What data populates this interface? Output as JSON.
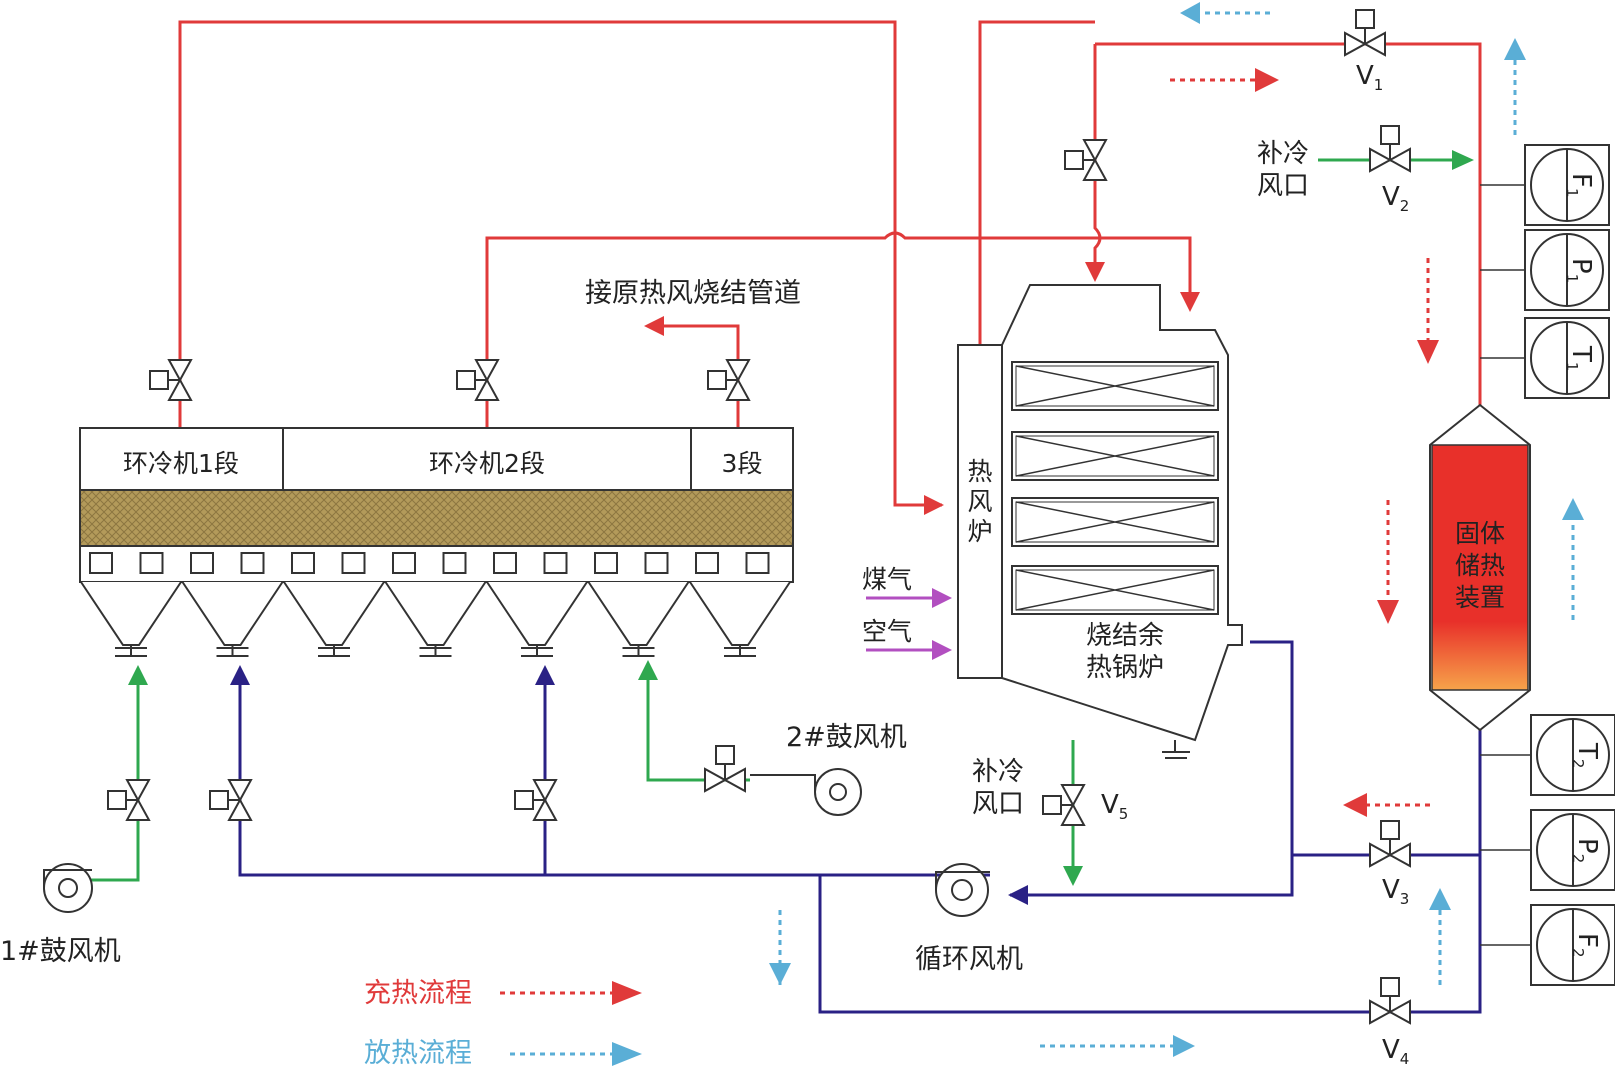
{
  "colors": {
    "charge": "#e03a3a",
    "discharge": "#2a2185",
    "cold_air": "#2fa84f",
    "gas": "#b24fc0",
    "legend_blue": "#5aaed6",
    "legend_red_text": "#e03a3a",
    "legend_blue_text": "#5aaed6",
    "storage_top": "#e8302a",
    "storage_bottom": "#f58a3a",
    "bed": "#b39a5a"
  },
  "labels": {
    "cooler_seg1": "环冷机1段",
    "cooler_seg2": "环冷机2段",
    "cooler_seg3": "3段",
    "fan1": "1#鼓风机",
    "fan2": "2#鼓风机",
    "original_pipe": "接原热风烧结管道",
    "hot_stove": [
      "热",
      "风",
      "炉"
    ],
    "gas": "煤气",
    "air": "空气",
    "boiler": [
      "烧结余",
      "热锅炉"
    ],
    "cold_inlet_top": [
      "补冷",
      "风口"
    ],
    "cold_inlet_bottom": [
      "补冷",
      "风口"
    ],
    "circ_fan": "循环风机",
    "storage": [
      "固体",
      "储热",
      "装置"
    ]
  },
  "valves": [
    {
      "id": "v1",
      "letter": "V",
      "sub": "1"
    },
    {
      "id": "v2",
      "letter": "V",
      "sub": "2"
    },
    {
      "id": "v3",
      "letter": "V",
      "sub": "3"
    },
    {
      "id": "v4",
      "letter": "V",
      "sub": "4"
    },
    {
      "id": "v5",
      "letter": "V",
      "sub": "5"
    }
  ],
  "instruments": [
    {
      "id": "f1",
      "letter": "F",
      "sub": "1"
    },
    {
      "id": "p1",
      "letter": "P",
      "sub": "1"
    },
    {
      "id": "t1",
      "letter": "T",
      "sub": "1"
    },
    {
      "id": "t2",
      "letter": "T",
      "sub": "2"
    },
    {
      "id": "p2",
      "letter": "P",
      "sub": "2"
    },
    {
      "id": "f2",
      "letter": "F",
      "sub": "2"
    }
  ],
  "legend": {
    "charge": "充热流程",
    "discharge": "放热流程"
  }
}
